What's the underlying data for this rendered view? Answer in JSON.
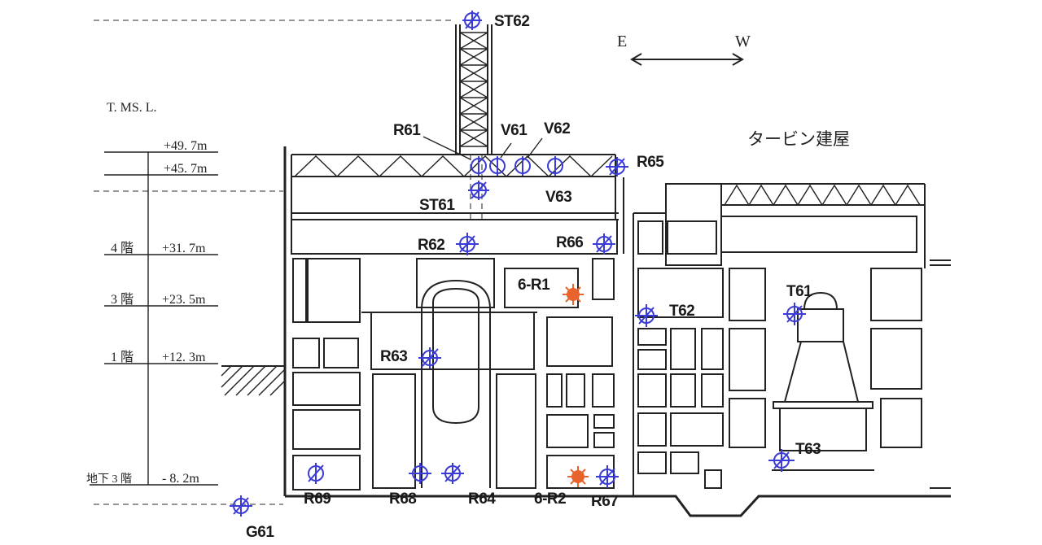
{
  "building_label": "タービン建屋",
  "direction": {
    "east": "E",
    "west": "W"
  },
  "elevation_header": "T. MS. L.",
  "levels": [
    {
      "floor": "",
      "elev": "+49. 7m"
    },
    {
      "floor": "",
      "elev": "+45. 7m"
    },
    {
      "floor": "4 階",
      "elev": "+31. 7m"
    },
    {
      "floor": "3 階",
      "elev": "+23. 5m"
    },
    {
      "floor": "1 階",
      "elev": "+12. 3m"
    },
    {
      "floor": "地下 3 階",
      "elev": "- 8. 2m"
    }
  ],
  "colors": {
    "sensor": "#3b3bd6",
    "reference": "#e8642c",
    "line": "#222222"
  },
  "sensors": [
    {
      "id": "ST62",
      "type": "cross-circle"
    },
    {
      "id": "R61",
      "type": "circle"
    },
    {
      "id": "V61",
      "type": "circle"
    },
    {
      "id": "V62",
      "type": "circle"
    },
    {
      "id": "V63",
      "type": "circle"
    },
    {
      "id": "R65",
      "type": "cross-circle"
    },
    {
      "id": "ST61",
      "type": "cross-circle"
    },
    {
      "id": "R62",
      "type": "cross-circle"
    },
    {
      "id": "R66",
      "type": "cross-circle"
    },
    {
      "id": "6-R1",
      "type": "reference"
    },
    {
      "id": "T62",
      "type": "cross-circle"
    },
    {
      "id": "T61",
      "type": "cross-circle"
    },
    {
      "id": "R63",
      "type": "cross-circle"
    },
    {
      "id": "T63",
      "type": "cross-circle"
    },
    {
      "id": "R69",
      "type": "cross-circle"
    },
    {
      "id": "R68",
      "type": "cross-circle"
    },
    {
      "id": "R64",
      "type": "cross-circle"
    },
    {
      "id": "6-R2",
      "type": "reference"
    },
    {
      "id": "R67",
      "type": "cross-circle"
    },
    {
      "id": "G61",
      "type": "cross-circle"
    }
  ]
}
